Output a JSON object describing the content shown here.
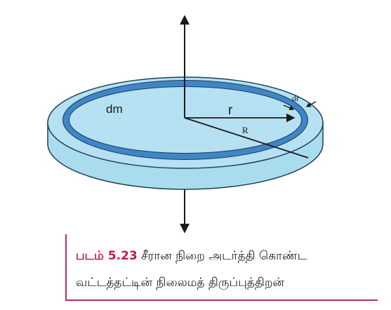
{
  "diagram": {
    "labels": {
      "dm": "dm",
      "r": "r",
      "R": "R",
      "dr": "dr"
    },
    "colors": {
      "disk_fill": "#a9dcef",
      "disk_edge": "#1f3f55",
      "ring_fill": "#3f85c8",
      "caption_accent": "#c2185b"
    }
  },
  "caption": {
    "figure_number": "படம் 5.23",
    "line1": "சீரான நிறை அடர்த்தி கொண்ட",
    "line2": "வட்டத்தட்டின் நிலைமத் திருப்புத்திறன்"
  }
}
